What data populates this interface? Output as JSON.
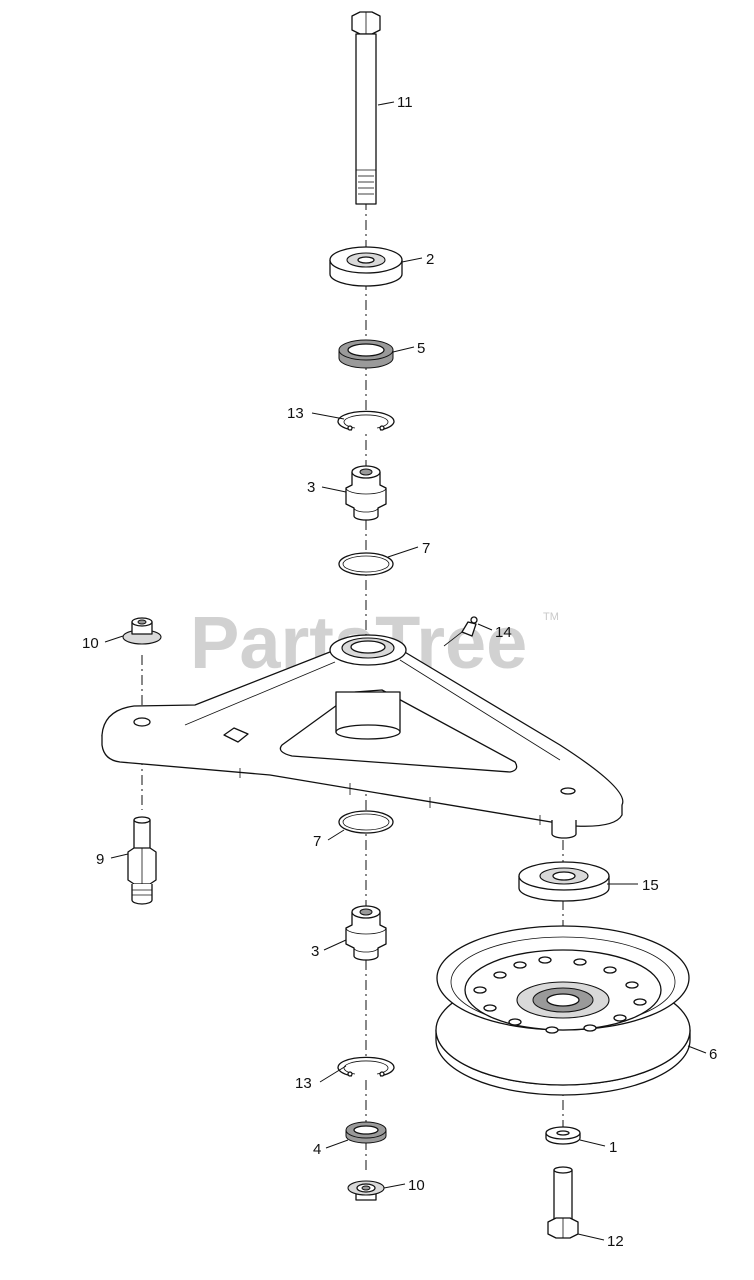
{
  "watermark": {
    "text": "PartsTree",
    "trademark": "TM"
  },
  "callouts": {
    "c11": "11",
    "c2": "2",
    "c5": "5",
    "c13_top": "13",
    "c3_top": "3",
    "c7_top": "7",
    "c14": "14",
    "c10_left": "10",
    "c9": "9",
    "c7_bottom": "7",
    "c15": "15",
    "c3_bottom": "3",
    "c6": "6",
    "c13_bottom": "13",
    "c1": "1",
    "c4": "4",
    "c10_bottom": "10",
    "c12": "12"
  }
}
